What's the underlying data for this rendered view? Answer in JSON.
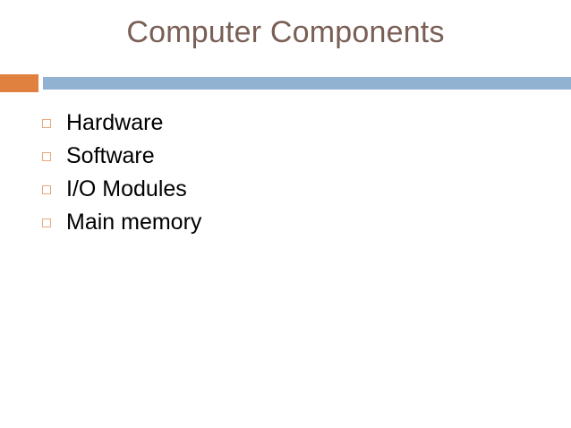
{
  "slide": {
    "title": "Computer Components",
    "title_color": "#7a5f56",
    "background_color": "#ffffff",
    "accent_orange": "#e0813f",
    "accent_blue": "#91b2d1",
    "bullet_marker_color": "#e8a87c",
    "body_text_color": "#000000",
    "bullets": [
      {
        "label": "Hardware"
      },
      {
        "label": "Software"
      },
      {
        "label": "I/O Modules"
      },
      {
        "label": "Main memory"
      }
    ]
  }
}
